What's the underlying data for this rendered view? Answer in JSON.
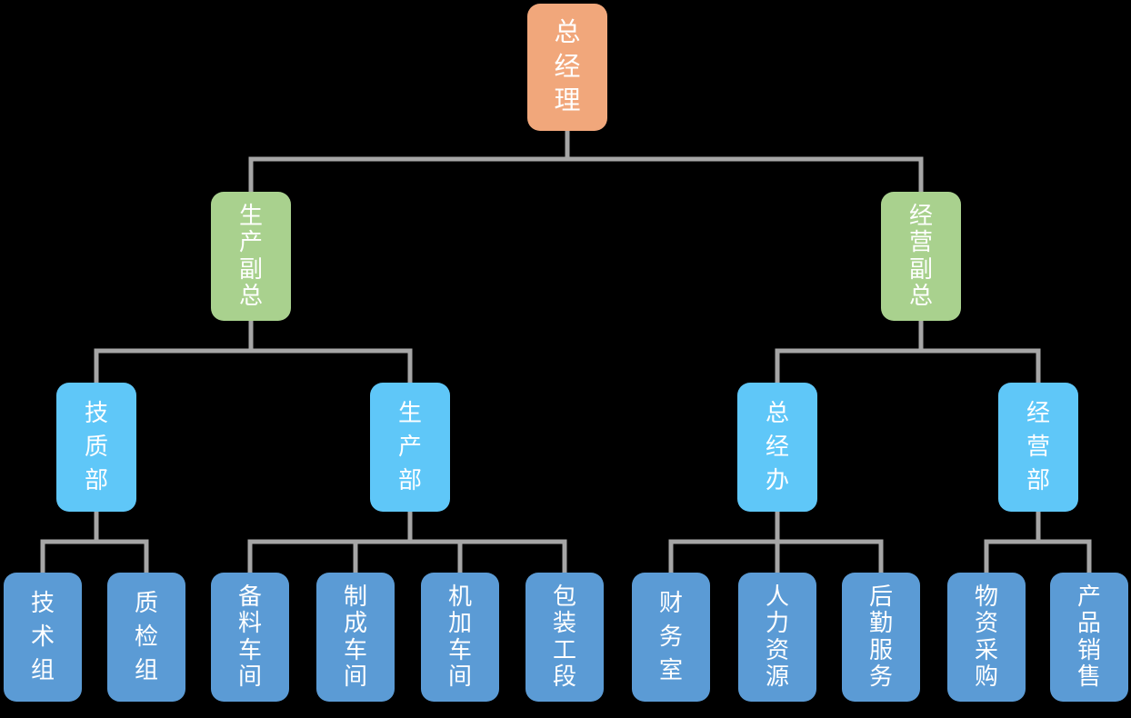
{
  "org_chart": {
    "type": "organization-diagram",
    "background": "#000000",
    "colors": {
      "level1_box": "#F1A77B",
      "level2_box": "#A9D18E",
      "level3_box": "#5FC7F8",
      "level4_box": "#5B9BD5",
      "connector_line": "#A6A6A6",
      "text": "#FFFFFF"
    },
    "nodes": {
      "general_manager": {
        "label": "总经理",
        "level": 1,
        "children": [
          "production_vp",
          "operations_vp"
        ]
      },
      "production_vp": {
        "label": "生产副总",
        "level": 2,
        "children": [
          "tech_quality_dept",
          "production_dept"
        ]
      },
      "operations_vp": {
        "label": "经营副总",
        "level": 2,
        "children": [
          "gm_office",
          "operations_dept"
        ]
      },
      "tech_quality_dept": {
        "label": "技质部",
        "level": 3,
        "children": [
          "technology_group",
          "quality_inspection_group"
        ]
      },
      "production_dept": {
        "label": "生产部",
        "level": 3,
        "children": [
          "material_prep_workshop",
          "finishing_workshop",
          "machining_workshop",
          "packaging_section"
        ]
      },
      "gm_office": {
        "label": "总经办",
        "level": 3,
        "children": [
          "finance_office",
          "human_resources",
          "logistics_services"
        ]
      },
      "operations_dept": {
        "label": "经营部",
        "level": 3,
        "children": [
          "material_procurement",
          "product_sales"
        ]
      },
      "technology_group": {
        "label": "技术组",
        "level": 4,
        "children": []
      },
      "quality_inspection_group": {
        "label": "质检组",
        "level": 4,
        "children": []
      },
      "material_prep_workshop": {
        "label": "备料车间",
        "level": 4,
        "children": []
      },
      "finishing_workshop": {
        "label": "制成车间",
        "level": 4,
        "children": []
      },
      "machining_workshop": {
        "label": "机加车间",
        "level": 4,
        "children": []
      },
      "packaging_section": {
        "label": "包装工段",
        "level": 4,
        "children": []
      },
      "finance_office": {
        "label": "财务室",
        "level": 4,
        "children": []
      },
      "human_resources": {
        "label": "人力资源",
        "level": 4,
        "children": []
      },
      "logistics_services": {
        "label": "后勤服务",
        "level": 4,
        "children": []
      },
      "material_procurement": {
        "label": "物资采购",
        "level": 4,
        "children": []
      },
      "product_sales": {
        "label": "产品销售",
        "level": 4,
        "children": []
      }
    }
  }
}
